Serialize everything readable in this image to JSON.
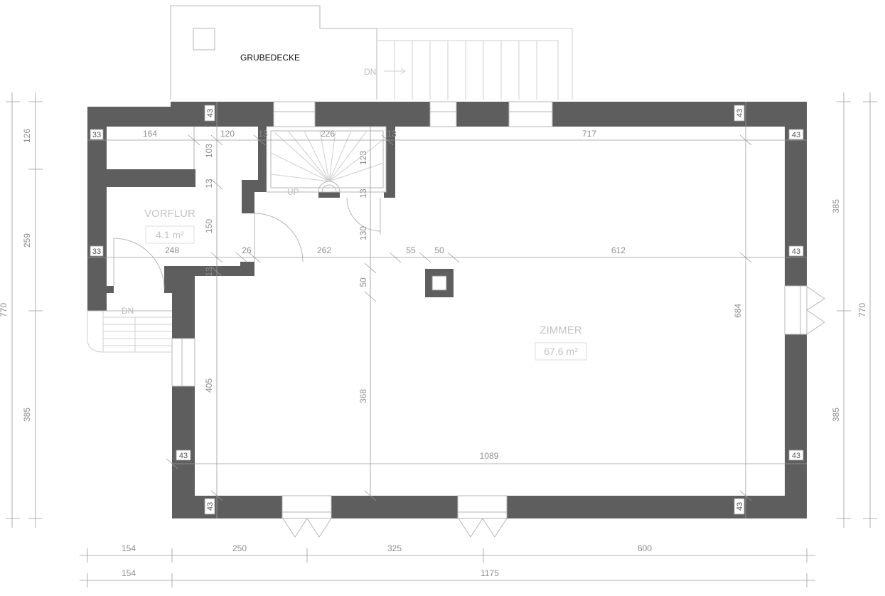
{
  "rooms": {
    "vorflur": {
      "name": "VORFLUR",
      "area": "4.1 m²"
    },
    "zimmer": {
      "name": "ZIMMER",
      "area": "67.6 m²"
    },
    "grubedecke": {
      "name": "GRUBEDECKE"
    }
  },
  "stairs": {
    "up": "UP",
    "dn_top": "DN",
    "dn_left": "DN"
  },
  "dims": {
    "left_126": "126",
    "left_259": "259",
    "left_770": "770",
    "left_385": "385",
    "right_385a": "385",
    "right_770": "770",
    "right_385b": "385",
    "bottom_154a": "154",
    "bottom_250": "250",
    "bottom_325": "325",
    "bottom_600": "600",
    "bottom_154b": "154",
    "bottom_1175": "1175",
    "i_164": "164",
    "i_120": "120",
    "i_13a": "13",
    "i_226": "226",
    "i_13b": "13",
    "i_717": "717",
    "i_103": "103",
    "i_123": "123",
    "i_13c": "13",
    "i_13d": "13",
    "i_150": "150",
    "i_130": "130",
    "i_248": "248",
    "i_26": "26",
    "i_262": "262",
    "i_55": "55",
    "i_50a": "50",
    "i_612": "612",
    "i_13e": "13",
    "i_50b": "50",
    "i_684": "684",
    "i_405": "405",
    "i_368": "368",
    "i_1089": "1089"
  },
  "tags": {
    "t_33a": "33",
    "t_33b": "33",
    "t_43a": "43",
    "t_43b": "43",
    "t_43c": "43",
    "t_43d": "43",
    "t_43e": "43",
    "t_43f": "43",
    "t_43g": "43",
    "t_43h": "43"
  }
}
